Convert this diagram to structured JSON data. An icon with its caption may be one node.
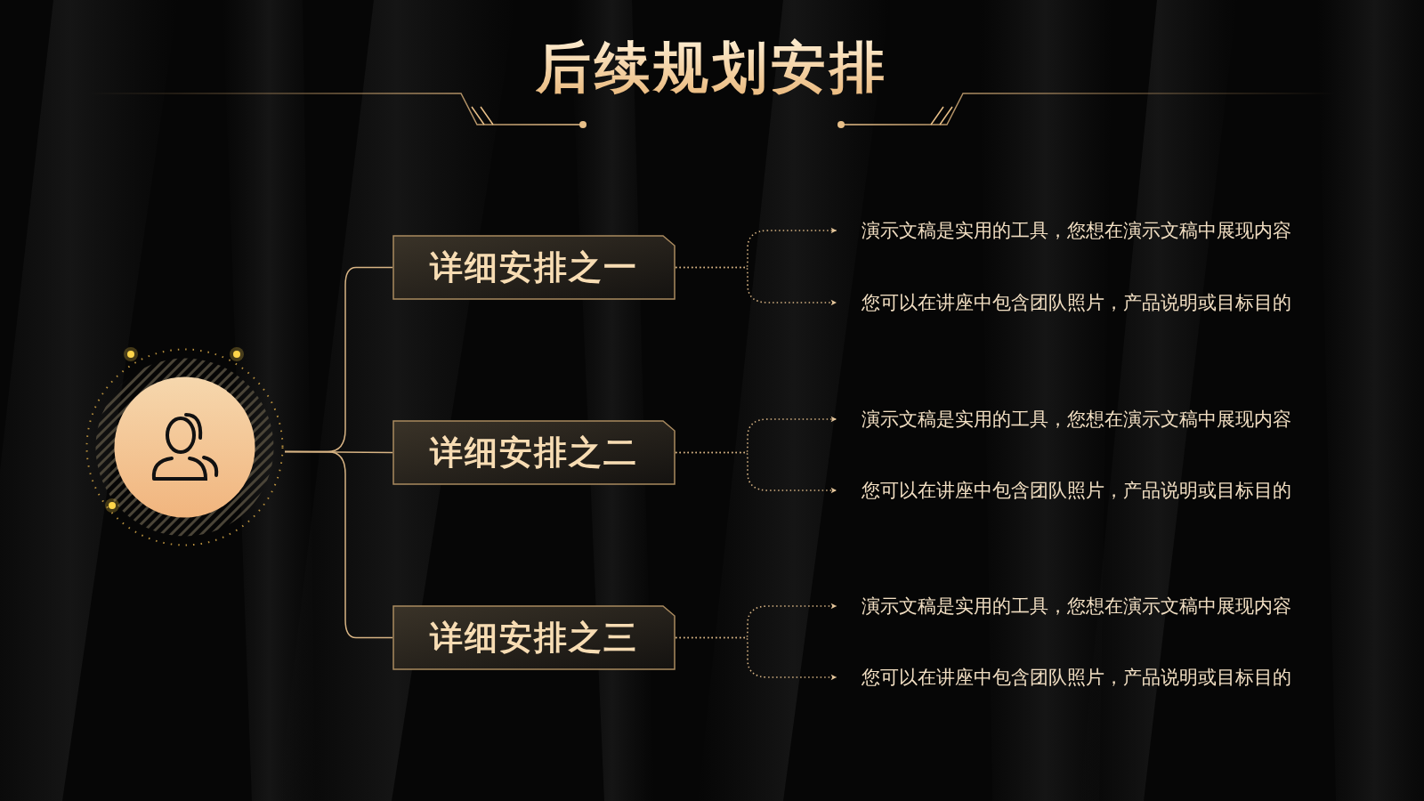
{
  "diagram": {
    "title": "后续规划安排",
    "nodes": [
      {
        "text": [],
        "shape": "circle"
      },
      {
        "text": [
          "详细安排之一"
        ]
      },
      {
        "text": [
          "详细安排之二"
        ]
      },
      {
        "text": [
          "详细安排之三"
        ]
      },
      {
        "text": [
          "演示文稿是实用的工具，您想在演示文稿中展现内容"
        ]
      },
      {
        "text": [
          "您可以在讲座中包含团队照片，产品说明或目标目的"
        ]
      },
      {
        "text": [
          "演示文稿是实用的工具，您想在演示文稿中展现内容"
        ]
      },
      {
        "text": [
          "您可以在讲座中包含团队照片，产品说明或目标目的"
        ]
      },
      {
        "text": [
          "演示文稿是实用的工具，您想在演示文稿中展现内容"
        ]
      },
      {
        "text": [
          "您可以在讲座中包含团队照片，产品说明或目标目的"
        ]
      }
    ],
    "edges": [
      {
        "from": 0,
        "to": 1,
        "arrow": "none"
      },
      {
        "from": 0,
        "to": 2,
        "arrow": "none"
      },
      {
        "from": 0,
        "to": 3,
        "arrow": "none"
      },
      {
        "from": 1,
        "to": 4,
        "arrow": "to",
        "style": "dashed"
      },
      {
        "from": 1,
        "to": 5,
        "arrow": "to",
        "style": "dashed"
      },
      {
        "from": 2,
        "to": 6,
        "arrow": "to",
        "style": "dashed"
      },
      {
        "from": 2,
        "to": 7,
        "arrow": "to",
        "style": "dashed"
      },
      {
        "from": 3,
        "to": 8,
        "arrow": "to",
        "style": "dashed"
      },
      {
        "from": 3,
        "to": 9,
        "arrow": "to",
        "style": "dashed"
      }
    ]
  }
}
